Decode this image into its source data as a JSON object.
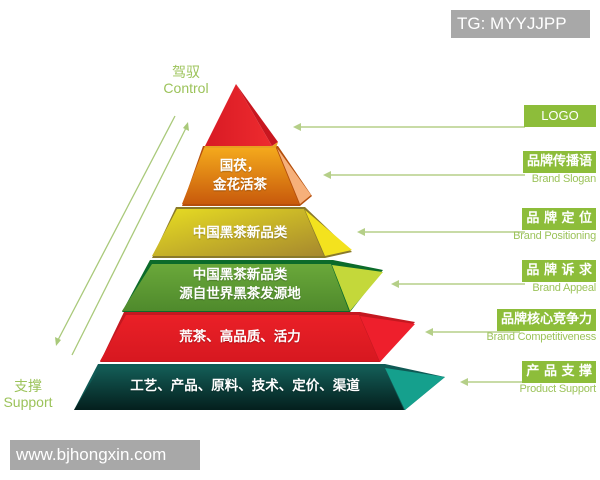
{
  "watermarks": {
    "top": "TG: MYYJJPP",
    "bottom": "www.bjhongxin.com"
  },
  "axis": {
    "top_label_cn": "驾驭",
    "top_label_en": "Control",
    "bottom_label_cn": "支撑",
    "bottom_label_en": "Support",
    "arrow_color": "#a9c97a"
  },
  "pyramid": {
    "layers": [
      {
        "name": "tip",
        "text_lines": [],
        "front_color": "#e2202a",
        "side_color": "#c8161f"
      },
      {
        "name": "orange",
        "text_lines": [
          "国茯，",
          "金花活茶"
        ],
        "front_color": "#e98a12",
        "side_color": "#f6b07a"
      },
      {
        "name": "yellow",
        "text_lines": [
          "中国黑茶新品类"
        ],
        "front_color": "#d8c82a",
        "side_color": "#f3e21e"
      },
      {
        "name": "green",
        "text_lines": [
          "中国黑茶新品类",
          "源自世界黑茶发源地"
        ],
        "front_color": "#5e9a33",
        "side_color": "#c4d83a"
      },
      {
        "name": "red",
        "text_lines": [
          "荒茶、高品质、活力"
        ],
        "front_color": "#e31d26",
        "side_color": "#ee1f2c"
      },
      {
        "name": "teal",
        "text_lines": [
          "工艺、产品、原料、技术、定价、渠道"
        ],
        "front_color": "#0d4f4a",
        "side_color": "#15a08d"
      }
    ]
  },
  "labels": [
    {
      "cn": "LOGO",
      "en": ""
    },
    {
      "cn": "品牌传播语",
      "en": "Brand Slogan"
    },
    {
      "cn": "品 牌 定 位",
      "en": "Brand Positioning"
    },
    {
      "cn": "品 牌 诉 求",
      "en": "Brand Appeal"
    },
    {
      "cn": "品牌核心竞争力",
      "en": "Brand Competitiveness"
    },
    {
      "cn": "产 品 支 撑",
      "en": "Product Support"
    }
  ],
  "colors": {
    "label_box": "#8dbd3a",
    "label_text_en": "#9cc35a",
    "connector_line": "#b5cf88"
  }
}
